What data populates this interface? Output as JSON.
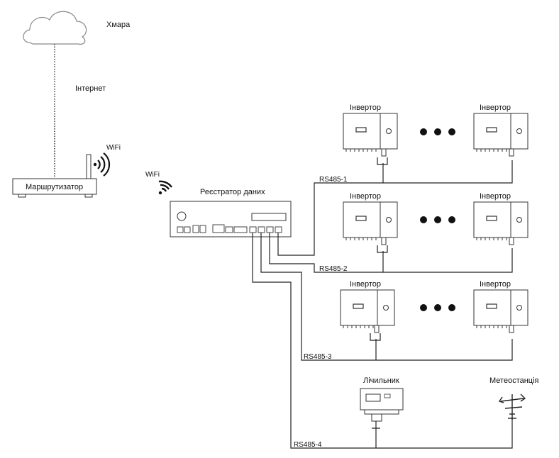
{
  "labels": {
    "cloud": "Хмара",
    "internet": "Інтернет",
    "router": "Маршрутизатор",
    "router_wifi": "WiFi",
    "logger_wifi": "WiFi",
    "logger": "Реєстратор даних",
    "meter": "Лічильник",
    "weather_station": "Метеостанція"
  },
  "inverter_rows": [
    {
      "bus": "RS485-1",
      "left_label": "Інвертор",
      "right_label": "Інвертор"
    },
    {
      "bus": "RS485-2",
      "left_label": "Інвертор",
      "right_label": "Інвертор"
    },
    {
      "bus": "RS485-3",
      "left_label": "Інвертор",
      "right_label": "Інвертор"
    }
  ],
  "bus4": "RS485-4",
  "icons": {
    "cloud": "cloud-icon",
    "router": "router-icon",
    "wifi": "wifi-icon",
    "logger": "data-logger-icon",
    "inverter": "inverter-icon",
    "meter": "energy-meter-icon",
    "weather": "weather-station-icon"
  },
  "colors": {
    "line": "#222222",
    "stroke": "#333333",
    "fill": "#ffffff"
  }
}
